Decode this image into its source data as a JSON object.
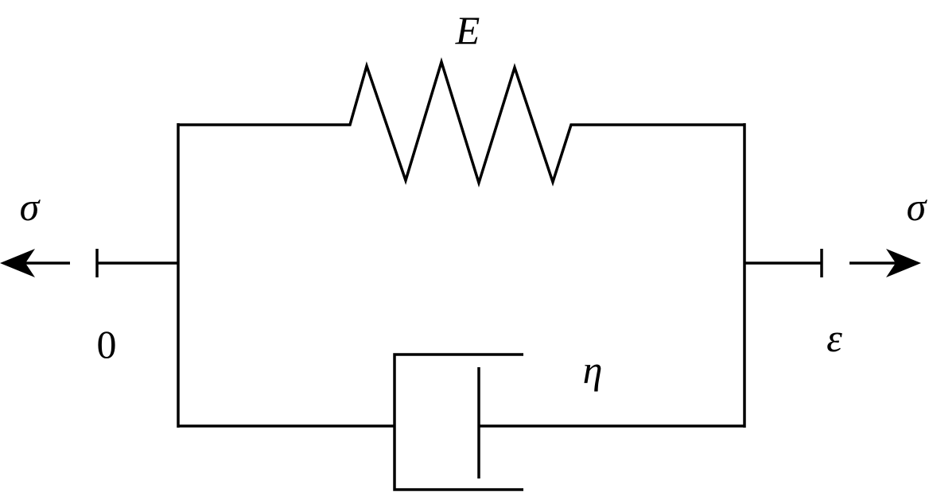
{
  "labels": {
    "spring_modulus": "E",
    "dashpot_viscosity": "η",
    "stress_left": "σ",
    "stress_right": "σ",
    "origin": "0",
    "strain": "ε"
  },
  "colors": {
    "stroke": "#000000",
    "background": "#ffffff"
  }
}
